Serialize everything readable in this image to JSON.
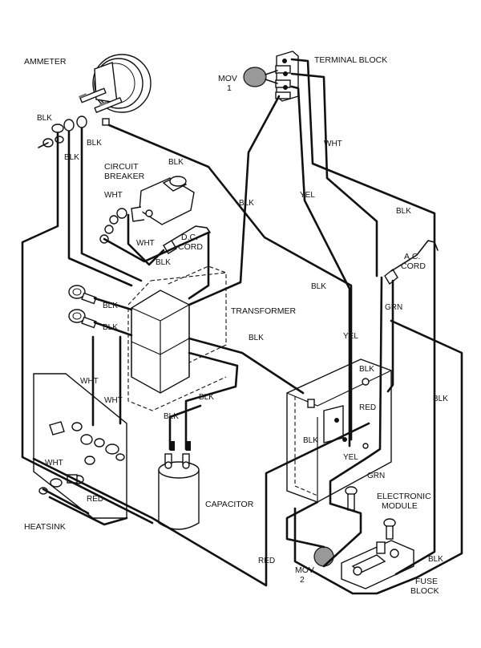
{
  "labels": {
    "ammeter": "AMMETER",
    "terminal_block": "TERMINAL BLOCK",
    "mov1_a": "MOV",
    "mov1_b": "1",
    "circuit_breaker_a": "CIRCUIT",
    "circuit_breaker_b": "BREAKER",
    "dc_cord_a": "D.C.",
    "dc_cord_b": "CORD",
    "ac_cord_a": "A.C.",
    "ac_cord_b": "CORD",
    "transformer": "TRANSFORMER",
    "capacitor": "CAPACITOR",
    "heatsink": "HEATSINK",
    "electronic_module_a": "ELECTRONIC",
    "electronic_module_b": "MODULE",
    "mov2_a": "MOV",
    "mov2_b": "2",
    "fuse_block_a": "FUSE",
    "fuse_block_b": "BLOCK"
  },
  "wire_labels": {
    "blk": "BLK",
    "wht": "WHT",
    "yel": "YEL",
    "red": "RED",
    "grn": "GRN"
  }
}
